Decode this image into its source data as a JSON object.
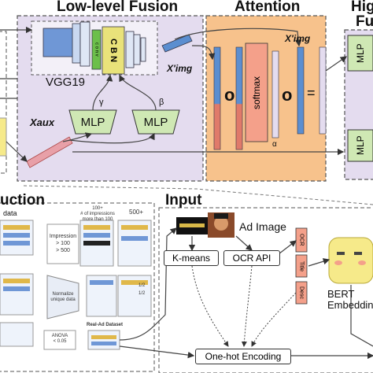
{
  "top": {
    "low_level_title": "Low-level Fusion",
    "attention_title": "Attention",
    "high_title_line1": "Hig",
    "high_title_line2": "Fu",
    "vgg_label": "VGG19",
    "conv_label": "c o n v",
    "cbn_label": "C B N",
    "ximg_label": "X'img",
    "ximg_label2": "X'img",
    "xaux_label": "Xaux",
    "gamma_label": "γ",
    "beta_label": "β",
    "mlp_left": "MLP",
    "mlp_right": "MLP",
    "softmax_label": "softmax",
    "alpha_label": "α",
    "equals": "=",
    "mlp_high_top": "MLP",
    "mlp_high_bottom": "MLP"
  },
  "bottom": {
    "construction_title": "uction",
    "input_title": "Input",
    "data_label": "data",
    "impressions_label": "100+\n# of impressions\nmore than 100",
    "label_500": "500+",
    "impression_rule": "Impression\n> 100\n> 500",
    "normalize_label": "Normalize\nunique data",
    "anova_label": "ANOVA\n< 0.05",
    "dataset_label": "Real-Ad Dataset",
    "badge_a": "1/2",
    "badge_b": "1/2",
    "ad_image_label": "Ad Image",
    "kmeans_label": "K-means",
    "ocr_api_label": "OCR API",
    "ocr_tag": "OCR",
    "title_tag": "Title",
    "desc_tag": "Desc",
    "bert_label_1": "BERT",
    "bert_label_2": "Embeddin",
    "onehot_label": "One-hot Encoding"
  },
  "colors": {
    "low_level_bg": "#e4dcef",
    "attention_bg": "#f7c28c",
    "high_bg": "#e4dcef",
    "mlp_fill": "#cfe8b4",
    "cbn_fill": "#e9e27a",
    "conv_fill": "#6cbf4a",
    "vec_blue": "#5b8ed0",
    "vec_red": "#e07a6a",
    "aux_bar": "#e8a0a8",
    "tag_fill": "#f4a08a",
    "bert_fill": "#f6ea8a"
  }
}
